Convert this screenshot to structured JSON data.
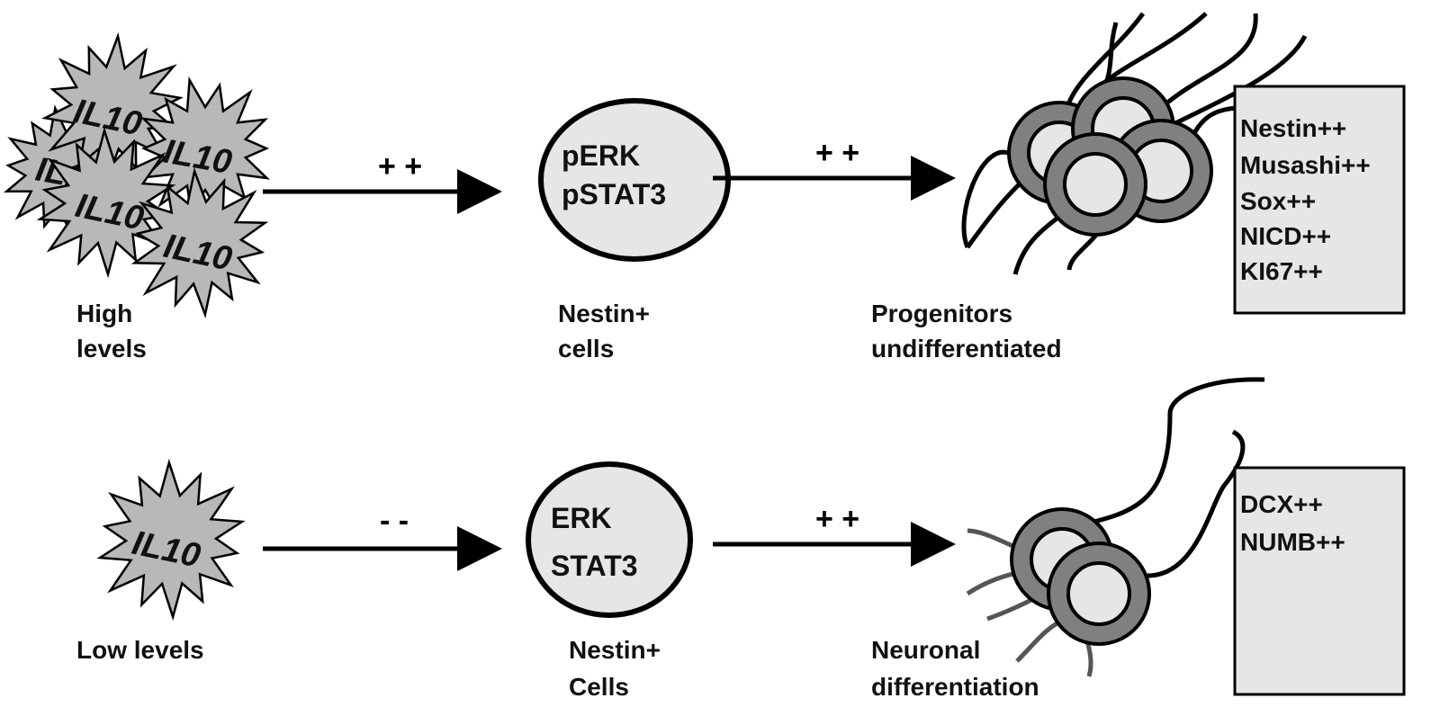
{
  "top_row": {
    "il10_labels": [
      "IL10",
      "IL10",
      "IL10",
      "IL10",
      "IL10"
    ],
    "caption": [
      "High",
      "levels"
    ],
    "arrow1_sign": "+ +",
    "cell_labels": [
      "pERK",
      "pSTAT3"
    ],
    "cell_caption": [
      "Nestin+",
      "cells"
    ],
    "arrow2_sign": "+ +",
    "progenitor_caption": [
      "Progenitors",
      "undifferentiated"
    ],
    "markers": [
      "Nestin++",
      "Musashi++",
      "Sox++",
      "NICD++",
      "KI67++"
    ]
  },
  "bottom_row": {
    "il10_label": "IL10",
    "caption": "Low levels",
    "arrow1_sign": "- -",
    "cell_labels": [
      "ERK",
      "STAT3"
    ],
    "cell_caption": [
      "Nestin+",
      "Cells"
    ],
    "arrow2_sign": "+ +",
    "neuron_caption": [
      "Neuronal",
      "differentiation"
    ],
    "markers": [
      "DCX++",
      "NUMB++"
    ]
  },
  "colors": {
    "star_fill": "#b8b8b8",
    "cell_fill": "#e6e6e6",
    "ring_fill": "#808080",
    "box_fill": "#e6e6e6",
    "stroke": "#000000"
  }
}
